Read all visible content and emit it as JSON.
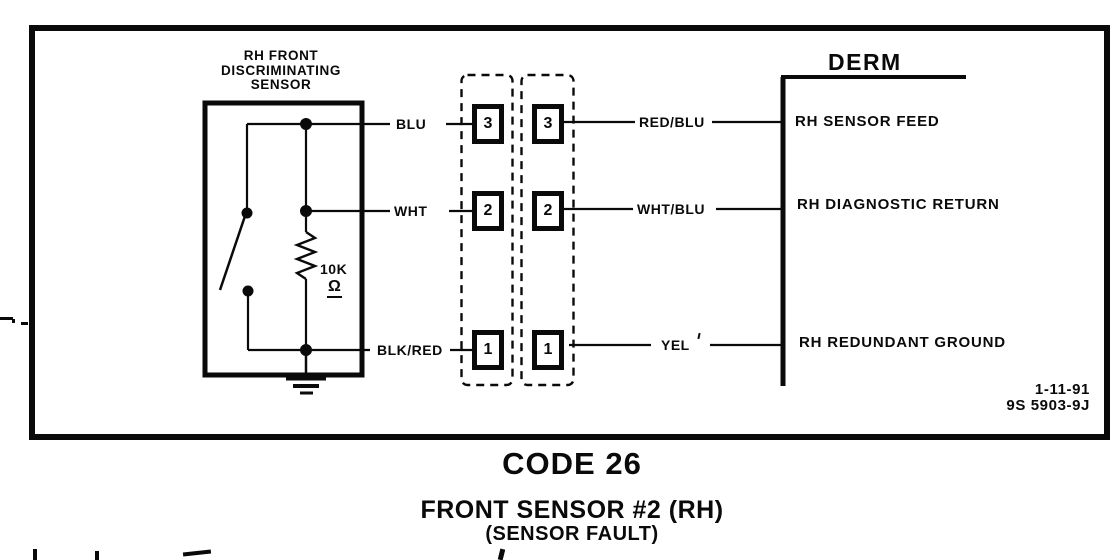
{
  "diagram": {
    "sensor": {
      "title_line1": "RH FRONT",
      "title_line2": "DISCRIMINATING",
      "title_line3": "SENSOR",
      "resistor_value": "10K",
      "resistor_unit": "Ω"
    },
    "derm": {
      "title": "DERM"
    },
    "rows": [
      {
        "pin": "3",
        "sensor_wire": "BLU",
        "derm_wire": "RED/BLU",
        "derm_signal": "RH SENSOR FEED"
      },
      {
        "pin": "2",
        "sensor_wire": "WHT",
        "derm_wire": "WHT/BLU",
        "derm_signal": "RH DIAGNOSTIC RETURN"
      },
      {
        "pin": "1",
        "sensor_wire": "BLK/RED",
        "derm_wire": "YEL",
        "derm_signal": "RH REDUNDANT GROUND"
      }
    ],
    "revision_date": "1-11-91",
    "document_number": "9S 5903-9J",
    "ink_color": "#0a0a0a",
    "paper_color": "#ffffff"
  },
  "caption": {
    "code": "CODE 26",
    "title": "FRONT SENSOR #2 (RH)",
    "subtitle": "(SENSOR FAULT)"
  }
}
